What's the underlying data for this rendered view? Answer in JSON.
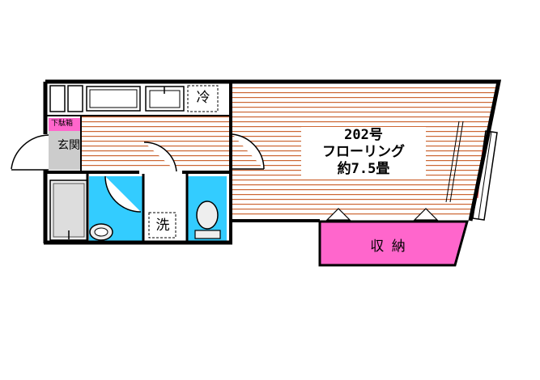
{
  "room": {
    "number": "202号",
    "type": "フローリング",
    "size": "約7.5畳"
  },
  "labels": {
    "storage": "収 納",
    "entrance": "玄関",
    "shoe_box": "下駄箱",
    "laundry": "洗",
    "fridge": "冷"
  },
  "colors": {
    "wall": "#000000",
    "floor_line": "#cc6633",
    "floor_bg": "#ffffff",
    "storage_fill": "#ff66cc",
    "shoe_box_fill": "#ff66cc",
    "bath_fill": "#33ccff",
    "entrance_fill": "#cccccc",
    "fixture_fill": "#eeeeee"
  }
}
